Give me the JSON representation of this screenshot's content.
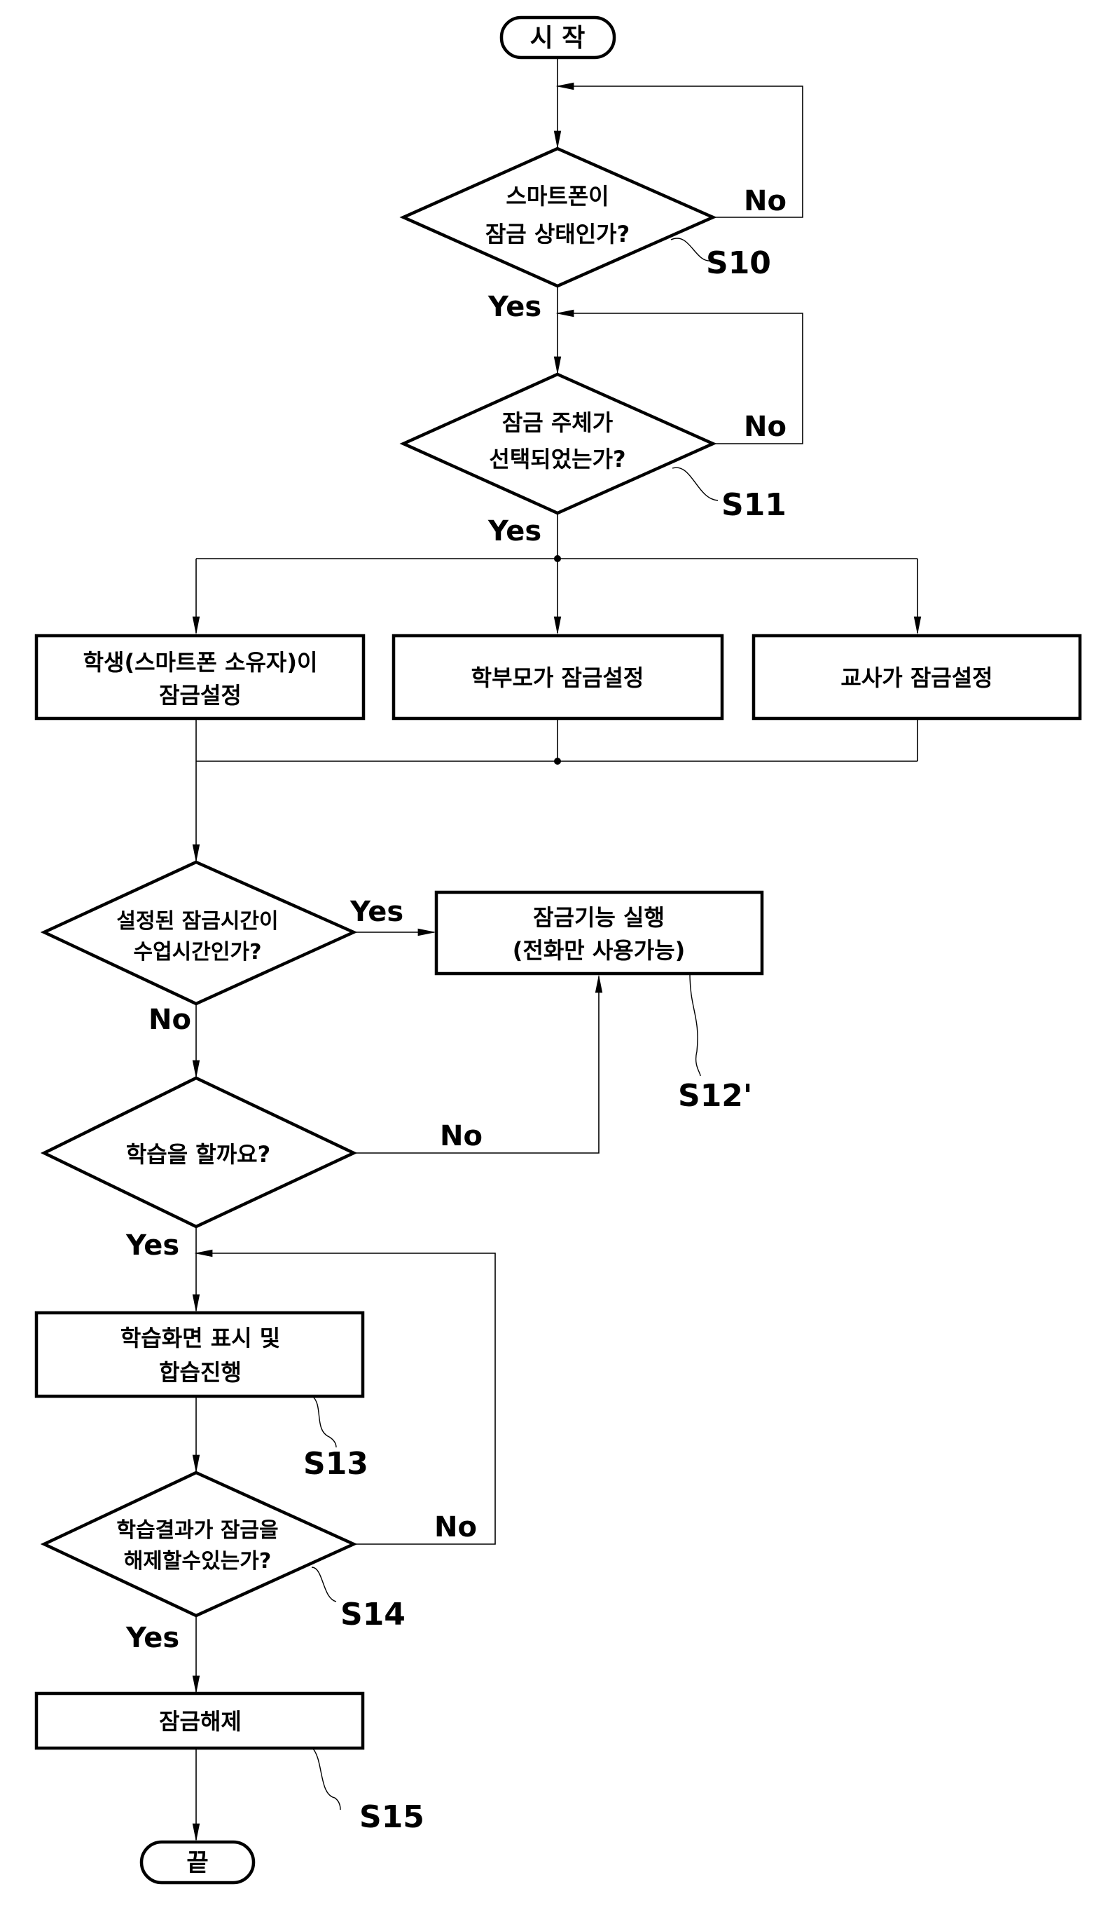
{
  "start": "시 작",
  "end": "끝",
  "decisions": {
    "lock_state": [
      "스마트폰이",
      "잠금 상태인가?"
    ],
    "lock_subject": [
      "잠금 주체가",
      "선택되었는가?"
    ],
    "class_time": [
      "설정된 잠금시간이",
      "수업시간인가?"
    ],
    "study_prompt": [
      "학습을 할까요?"
    ],
    "unlock_check": [
      "학습결과가 잠금을",
      "해제할수있는가?"
    ]
  },
  "boxes": {
    "student": [
      "학생(스마트폰 소유자)이",
      "잠금설정"
    ],
    "parent": [
      "학부모가 잠금설정"
    ],
    "teacher": [
      "교사가 잠금설정"
    ],
    "lock_exec": [
      "잠금기능 실행",
      "(전화만 사용가능)"
    ],
    "study": [
      "학습화면 표시 및",
      "합습진행"
    ],
    "unlock": [
      "잠금해제"
    ]
  },
  "labels": {
    "yes": "Yes",
    "no": "No"
  },
  "steps": {
    "s10": "S10",
    "s11": "S11",
    "s12": "S12'",
    "s13": "S13",
    "s14": "S14",
    "s15": "S15"
  }
}
